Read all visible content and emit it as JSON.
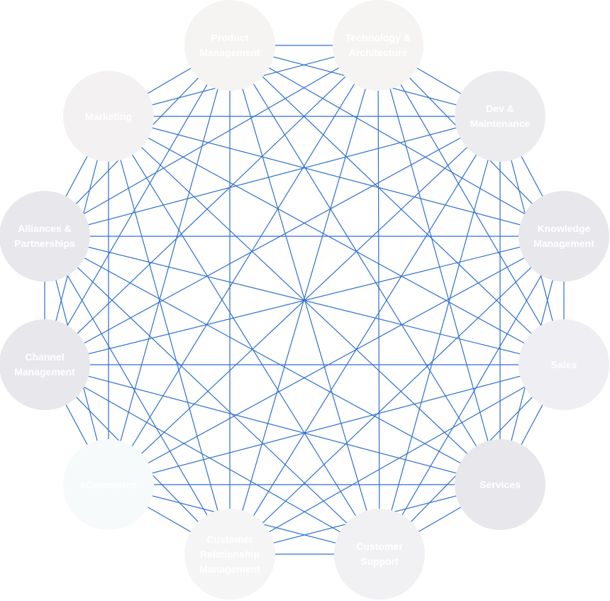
{
  "diagram": {
    "link_color": "#2f6fcf",
    "fully_connected": true,
    "nodes": [
      {
        "id": "product-management",
        "label": "Product\nManagement",
        "fill": "#f6f3f3"
      },
      {
        "id": "technology-architecture",
        "label": "Technology &\nArchitecture",
        "fill": "#f6f4f3"
      },
      {
        "id": "dev-maintenance",
        "label": "Dev &\nMaintenance",
        "fill": "#ecebee"
      },
      {
        "id": "knowledge-management",
        "label": "Knowledge\nManagement",
        "fill": "#e8e7eb"
      },
      {
        "id": "sales",
        "label": "Sales",
        "fill": "#efeef2"
      },
      {
        "id": "services",
        "label": "Services",
        "fill": "#e8e7ec"
      },
      {
        "id": "customer-support",
        "label": "Customer\nSupport",
        "fill": "#f1f1f3"
      },
      {
        "id": "customer-relationship-management",
        "label": "Customer\nRelationship\nManagement",
        "fill": "#f6f5f6"
      },
      {
        "id": "e-commerce",
        "label": "eCommerce",
        "fill": "#f7fafb"
      },
      {
        "id": "channel-management",
        "label": "Channel\nManagement",
        "fill": "#e8e7ec"
      },
      {
        "id": "alliances-partnerships",
        "label": "Alliances &\nPartnerships",
        "fill": "#e8e7ec"
      },
      {
        "id": "marketing",
        "label": "Marketing",
        "fill": "#f3f1f2"
      }
    ]
  }
}
